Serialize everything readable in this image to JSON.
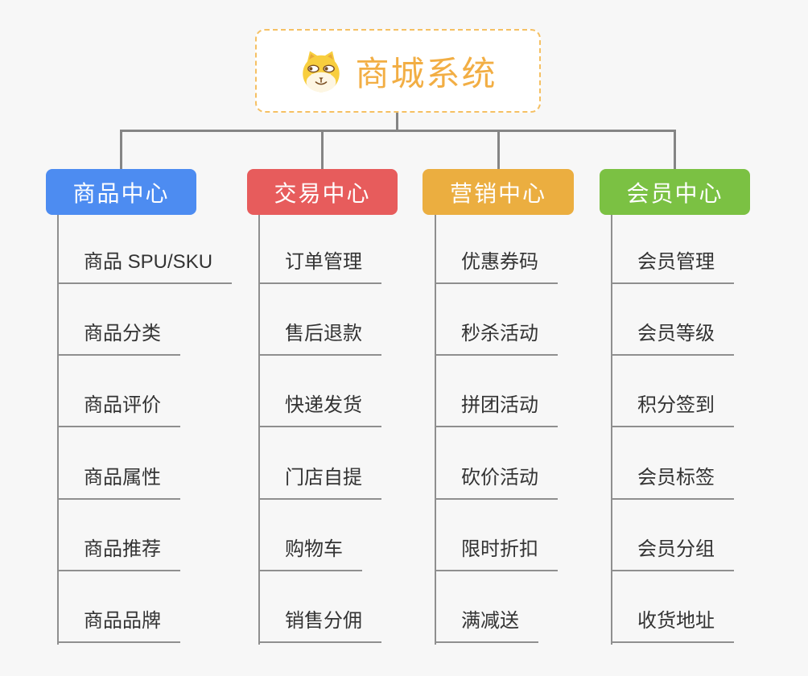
{
  "colors": {
    "background": "#f7f7f7",
    "tree_line_gray": "#858585",
    "leaf_line_gray": "#8f8f8f",
    "leaf_text": "#333333",
    "root_text_orange": "#f2ae44",
    "root_border_orange": "#f5c063"
  },
  "root": {
    "title": "商城系统",
    "icon": "shiba-dog-icon"
  },
  "branches": [
    {
      "label": "商品中心",
      "color": "#4d8cf1",
      "items": [
        "商品 SPU/SKU",
        "商品分类",
        "商品评价",
        "商品属性",
        "商品推荐",
        "商品品牌"
      ]
    },
    {
      "label": "交易中心",
      "color": "#e75c5c",
      "items": [
        "订单管理",
        "售后退款",
        "快递发货",
        "门店自提",
        "购物车",
        "销售分佣"
      ]
    },
    {
      "label": "营销中心",
      "color": "#ebae40",
      "items": [
        "优惠券码",
        "秒杀活动",
        "拼团活动",
        "砍价活动",
        "限时折扣",
        "满减送"
      ]
    },
    {
      "label": "会员中心",
      "color": "#7bc143",
      "items": [
        "会员管理",
        "会员等级",
        "积分签到",
        "会员标签",
        "会员分组",
        "收货地址"
      ]
    }
  ]
}
